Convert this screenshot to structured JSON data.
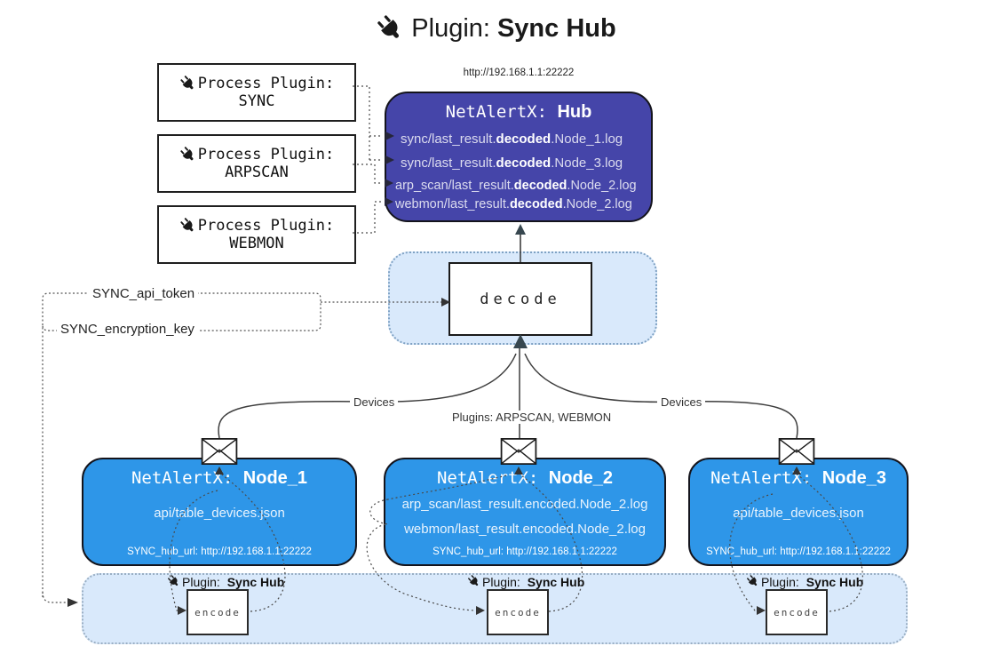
{
  "title": {
    "prefix": "Plugin:",
    "name": "Sync Hub"
  },
  "hub": {
    "url_label": "http://192.168.1.1:22222",
    "title_prefix": "NetAlertX:",
    "title_name": "Hub",
    "rows": [
      {
        "pre": "sync/last_result.",
        "bold": "decoded",
        "post": ".Node_1.log"
      },
      {
        "pre": "sync/last_result.",
        "bold": "decoded",
        "post": ".Node_3.log"
      },
      {
        "pre": "arp_scan/last_result.",
        "bold": "decoded",
        "post": ".Node_2.log"
      },
      {
        "pre": "webmon/last_result.",
        "bold": "decoded",
        "post": ".Node_2.log"
      }
    ]
  },
  "process_plugins": [
    {
      "label": "Process Plugin:",
      "name": "SYNC"
    },
    {
      "label": "Process Plugin:",
      "name": "ARPSCAN"
    },
    {
      "label": "Process Plugin:",
      "name": "WEBMON"
    }
  ],
  "decode": {
    "label": "decode"
  },
  "tokens": {
    "api_token": "SYNC_api_token",
    "encryption_key": "SYNC_encryption_key"
  },
  "edges": {
    "left_devices": "Devices",
    "middle": "Plugins: ARPSCAN, WEBMON",
    "right_devices": "Devices"
  },
  "nodes": [
    {
      "title_prefix": "NetAlertX:",
      "title_name": "Node_1",
      "files": [
        "api/table_devices.json"
      ],
      "hub_url": "SYNC_hub_url: http://192.168.1.1:22222"
    },
    {
      "title_prefix": "NetAlertX:",
      "title_name": "Node_2",
      "files": [
        "arp_scan/last_result.encoded.Node_2.log",
        "webmon/last_result.encoded.Node_2.log"
      ],
      "hub_url": "SYNC_hub_url: http://192.168.1.1:22222"
    },
    {
      "title_prefix": "NetAlertX:",
      "title_name": "Node_3",
      "files": [
        "api/table_devices.json"
      ],
      "hub_url": "SYNC_hub_url: http://192.168.1.1:22222"
    }
  ],
  "encode_panel": {
    "plugin_label": "Plugin:",
    "plugin_name": "Sync Hub",
    "encode_label": "encode"
  },
  "icons": {
    "plug": "plug-icon",
    "envelope": "envelope-icon"
  },
  "colors": {
    "hub_bg": "#4545A9",
    "node_bg": "#2E96E8",
    "panel_bg": "#D9E9FB",
    "panel_border": "#7FA2C4",
    "line": "#3d3d3d",
    "dotted": "#4a4a4a"
  }
}
